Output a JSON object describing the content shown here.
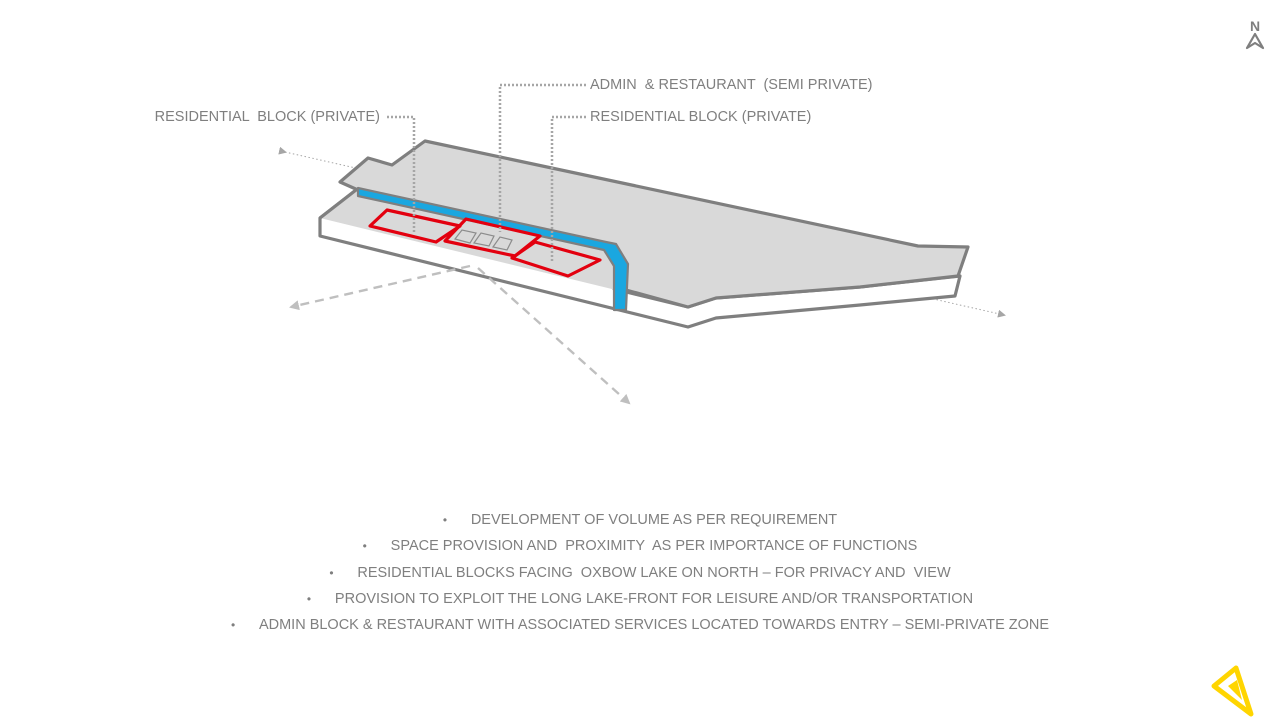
{
  "north_label": "N",
  "callouts": {
    "residential_left": "RESIDENTIAL  BLOCK (PRIVATE)",
    "admin_restaurant": "ADMIN  & RESTAURANT  (SEMI PRIVATE)",
    "residential_right": "RESIDENTIAL BLOCK (PRIVATE)"
  },
  "bullets": [
    "DEVELOPMENT OF VOLUME AS PER REQUIREMENT",
    "SPACE PROVISION AND  PROXIMITY  AS PER IMPORTANCE OF FUNCTIONS",
    "RESIDENTIAL BLOCKS FACING  OXBOW LAKE ON NORTH – FOR PRIVACY AND  VIEW",
    "PROVISION TO EXPLOIT THE LONG LAKE-FRONT FOR LEISURE AND/OR TRANSPORTATION",
    "ADMIN BLOCK & RESTAURANT WITH ASSOCIATED SERVICES LOCATED TOWARDS ENTRY – SEMI-PRIVATE ZONE"
  ],
  "bullet_symbol": "•",
  "colors": {
    "outline": "#7f7f7f",
    "site_fill": "#d9d9d9",
    "water_channel": "#1aa7e0",
    "block_outline": "#e3000f",
    "axis_line": "#a6a6a6",
    "logo_yellow": "#ffd500"
  },
  "icons": {
    "north": "north-arrow-icon",
    "logo": "triangle-logo-icon"
  }
}
